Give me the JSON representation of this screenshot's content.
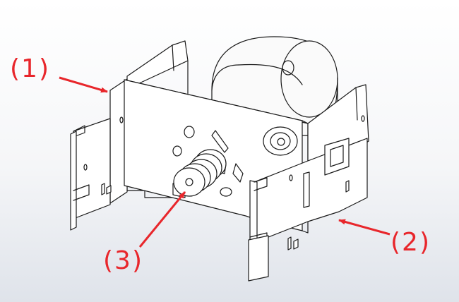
{
  "callouts": [
    {
      "id": "1",
      "text": "(1)"
    },
    {
      "id": "2",
      "text": "(2)"
    },
    {
      "id": "3",
      "text": "(3)"
    }
  ],
  "colors": {
    "label": "#e8262b",
    "arrow": "#e8262b",
    "line": "#1a1a1a",
    "plate": "#ffffff",
    "motor": "#fafafa",
    "background_top": "#ffffff",
    "background_bottom": "#dfe3ea"
  }
}
